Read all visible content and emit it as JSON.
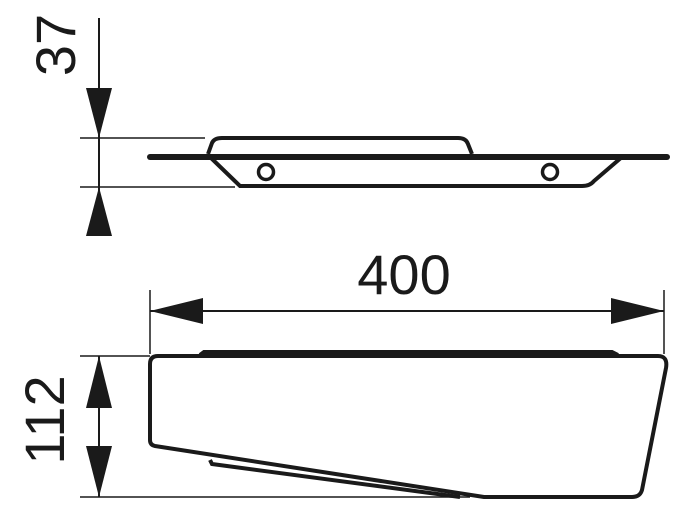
{
  "dimensions": {
    "height_top": "37",
    "width": "400",
    "height_bottom": "112"
  },
  "colors": {
    "line": "#1a1a1a",
    "background": "#ffffff"
  }
}
